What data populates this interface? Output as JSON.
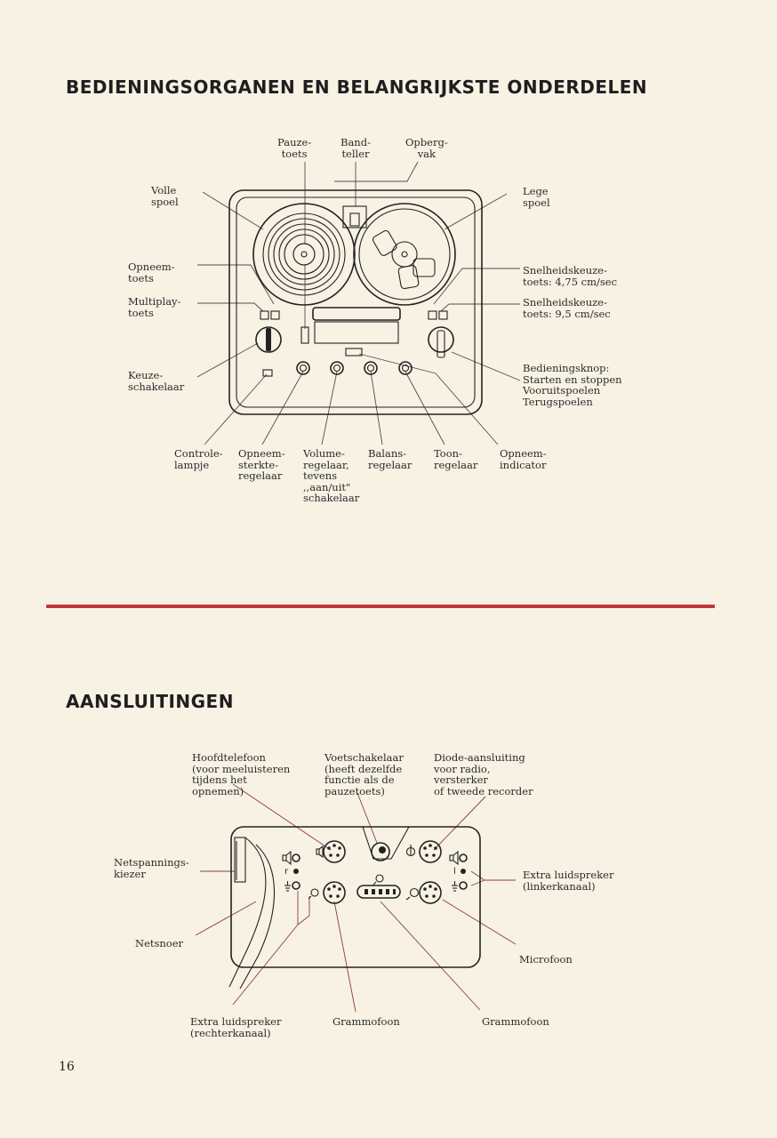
{
  "section1": {
    "title": "BEDIENINGSORGANEN EN BELANGRIJKSTE ONDERDELEN",
    "labels": {
      "pauzetoets": "Pauze-\ntoets",
      "bandteller": "Band-\nteller",
      "opbergvak": "Opberg-\nvak",
      "volle_spoel": "Volle\nspoel",
      "lege_spoel": "Lege\nspoel",
      "opneemtoets": "Opneem-\ntoets",
      "multiplaytoets": "Multiplay-\ntoets",
      "snelheid_475": "Snelheidskeuze-\ntoets: 4,75 cm/sec",
      "snelheid_95": "Snelheidskeuze-\ntoets: 9,5 cm/sec",
      "keuzeschakelaar": "Keuze-\nschakelaar",
      "bedieningsknop": "Bedieningsknop:\nStarten en stoppen\nVooruitspoelen\nTerugspoelen",
      "controlelampje": "Controle-\nlampje",
      "opneemsterkteregelaar": "Opneem-\nsterkte-\nregelaar",
      "volumeregelaar": "Volume-\nregelaar,\ntevens\n,,aan/uit\"\nschakelaar",
      "balansregelaar": "Balans-\nregelaar",
      "toonregelaar": "Toon-\nregelaar",
      "opneemindicator": "Opneem-\nindicator"
    }
  },
  "section2": {
    "title": "AANSLUITINGEN",
    "labels": {
      "hoofdtelefoon": "Hoofdtelefoon\n(voor meeluisteren\ntijdens het\nopnemen)",
      "voetschakelaar": "Voetschakelaar\n(heeft dezelfde\nfunctie als de\npauzetoets)",
      "diode": "Diode-aansluiting\nvoor radio,\nversterker\nof tweede recorder",
      "netspanningskiezer": "Netspannings-\nkiezer",
      "extra_links": "Extra luidspreker\n(linkerkanaal)",
      "netsnoer": "Netsnoer",
      "microfoon": "Microfoon",
      "extra_rechts": "Extra luidspreker\n(rechterkanaal)",
      "grammofoon_1": "Grammofoon",
      "grammofoon_2": "Grammofoon",
      "mark_r": "r",
      "mark_l": "l"
    }
  },
  "page_number": "16",
  "colors": {
    "rule": "#c0383d",
    "paper": "#f7f2e4",
    "leader": "#8b3a4a"
  }
}
